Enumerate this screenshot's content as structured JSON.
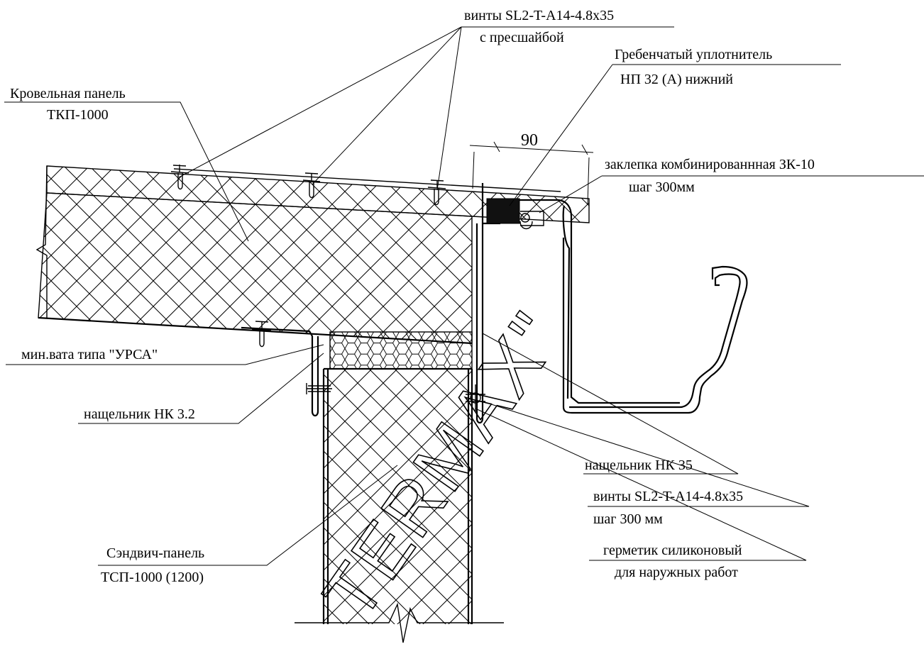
{
  "colors": {
    "ink": "#000000",
    "paper": "#ffffff",
    "seal": "#111111"
  },
  "watermark": "TERMAX\"",
  "dimension": "90",
  "labels": {
    "screws_top_line1": "винты SL2-T-A14-4.8x35",
    "screws_top_line2": "с пресшайбой",
    "seal_line1": "Гребенчатый уплотнитель",
    "seal_line2": "НП 32 (А) нижний",
    "roof_panel_line1": "Кровельная панель",
    "roof_panel_line2": "ТКП-1000",
    "rivet_line1": "заклепка комбинированнная ЗК-10",
    "rivet_line2": "шаг 300мм",
    "wool": "мин.вата типа \"УРСА\"",
    "flashing_nk32": "нащельник НК 3.2",
    "flashing_nk35": "нащельник НК 35",
    "screws_side_line1": "винты SL2-T-A14-4.8x35",
    "screws_side_line2": "шаг 300 мм",
    "sealant_line1": "герметик силиконовый",
    "sealant_line2": "для наружных работ",
    "wall_panel_line1": "Сэндвич-панель",
    "wall_panel_line2": "ТСП-1000 (1200)"
  }
}
